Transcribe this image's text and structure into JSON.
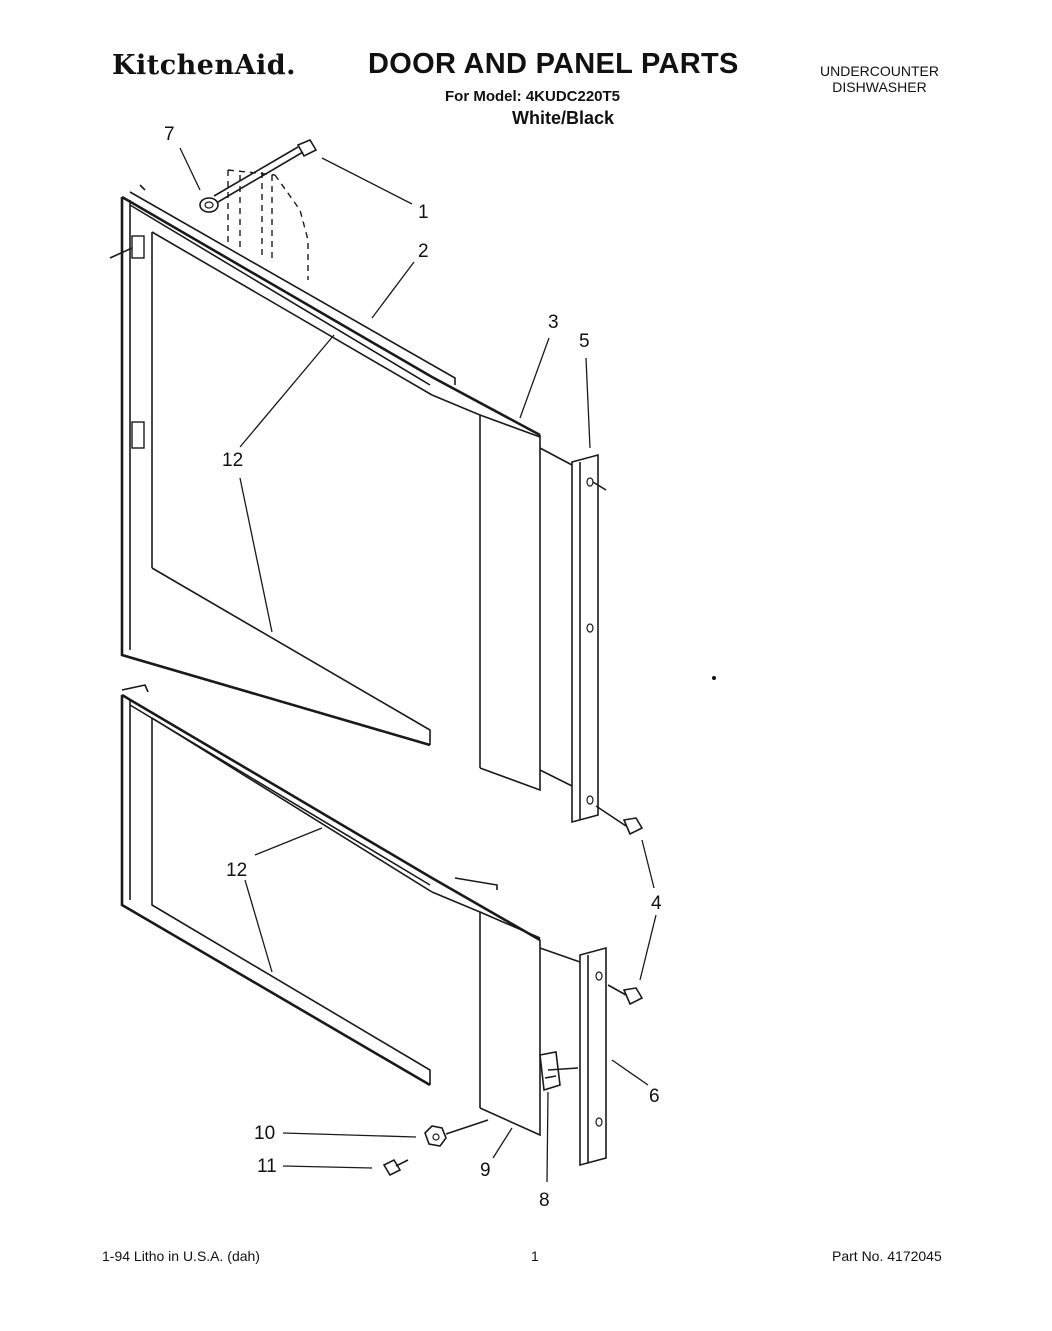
{
  "header": {
    "brand": "KitchenAid.",
    "title": "DOOR AND PANEL PARTS",
    "model_line": "For Model: 4KUDC220T5",
    "color_line": "White/Black",
    "appliance_line1": "UNDERCOUNTER",
    "appliance_line2": "DISHWASHER"
  },
  "callouts": {
    "c1": "1",
    "c2": "2",
    "c3": "3",
    "c4": "4",
    "c5": "5",
    "c6": "6",
    "c7": "7",
    "c8": "8",
    "c9": "9",
    "c10": "10",
    "c11": "11",
    "c12a": "12",
    "c12b": "12"
  },
  "footer": {
    "litho": "1-94 Litho in U.S.A. (dah)",
    "page": "1",
    "part_no": "Part No. 4172045"
  }
}
